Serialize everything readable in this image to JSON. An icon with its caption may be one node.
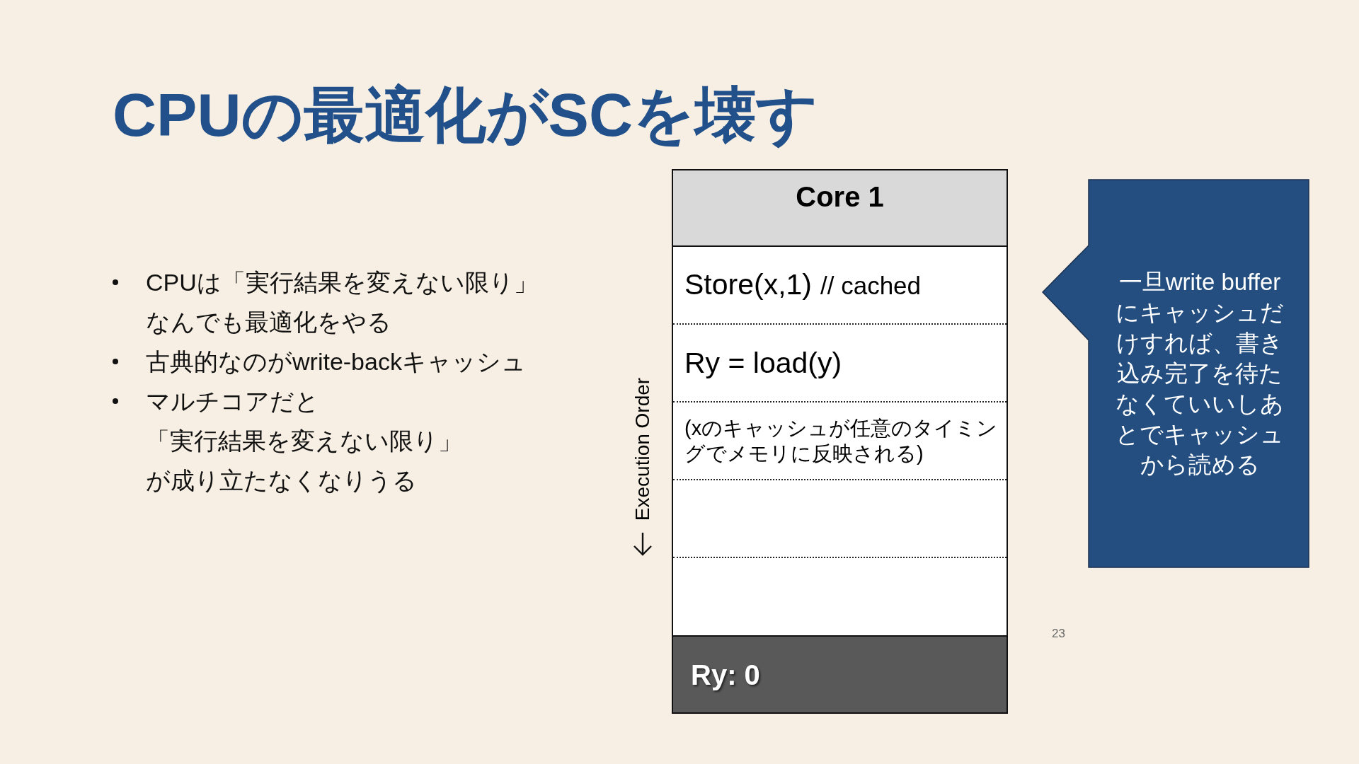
{
  "diagram": {
    "title": "CPUの最適化がSCを壊す",
    "nodes": [
      {
        "text": [
          "Core 1"
        ]
      },
      {
        "text": [
          "Store(x,1)",
          "// cached"
        ],
        "in": 0
      },
      {
        "text": [
          "Ry = load(y)"
        ],
        "in": 0
      },
      {
        "text": [
          "(xのキャッシュが任意のタイミングでメモリに反映される)"
        ],
        "in": 0
      },
      {
        "text": [],
        "shape": "box",
        "in": 0
      },
      {
        "text": [],
        "shape": "box",
        "in": 0
      },
      {
        "text": [
          "Ry: 0"
        ],
        "in": 0
      },
      {
        "text": [
          "一旦write bufferにキャッシュだけすれば、書き込み完了を待たなくていいしあとでキャッシュから読める"
        ]
      }
    ],
    "labels": [
      "CPUは「実行結果を変えない限り」なんでも最適化をやる",
      "古典的なのがwrite-backキャッシュ",
      "マルチコアだと「実行結果を変えない限り」が成り立たなくなりうる",
      "Execution Order",
      "23"
    ]
  }
}
